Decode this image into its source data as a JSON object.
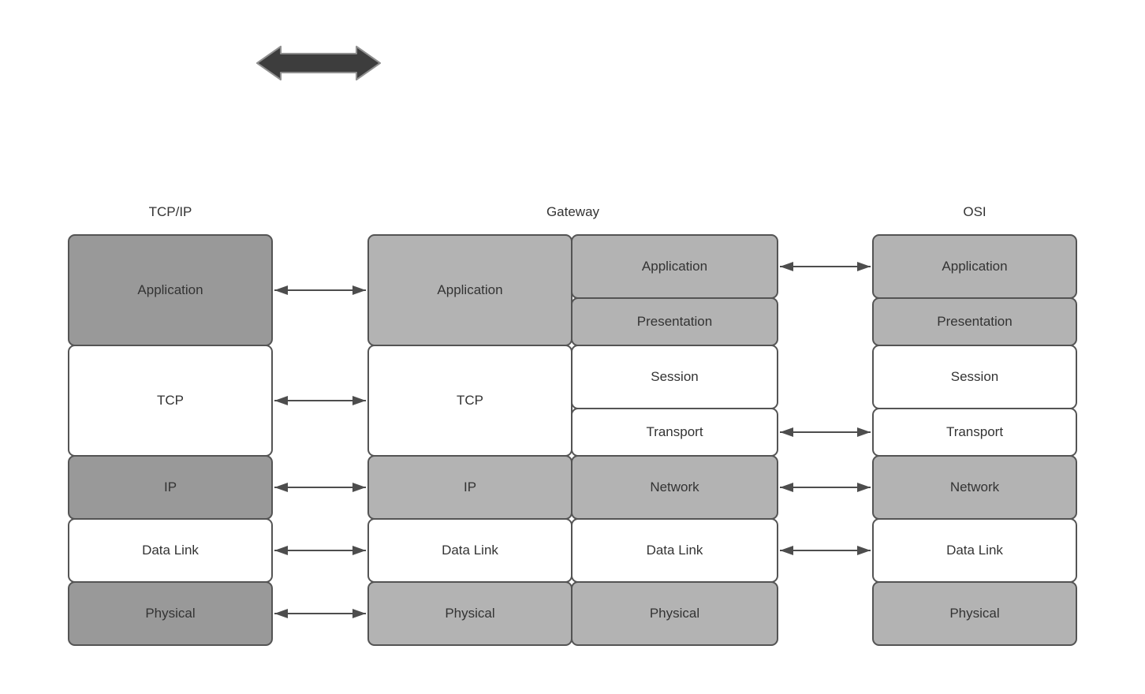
{
  "headers": {
    "tcpip": "TCP/IP",
    "gateway": "Gateway",
    "osi": "OSI"
  },
  "colors": {
    "dark_gray_fill": "#999999",
    "light_gray_fill": "#b3b3b3",
    "white_fill": "#ffffff",
    "border": "#545454",
    "text": "#333333",
    "arrow": "#4d4d4d"
  },
  "top_arrow": {
    "icon": "thick-double-arrow",
    "fill": "#3d3d3d",
    "stroke": "#8f8f8f"
  },
  "columns": {
    "tcpip": {
      "rows": [
        {
          "label": "Application",
          "fill": "#999999"
        },
        {
          "label": "TCP",
          "fill": "#ffffff"
        },
        {
          "label": "IP",
          "fill": "#999999"
        },
        {
          "label": "Data Link",
          "fill": "#ffffff"
        },
        {
          "label": "Physical",
          "fill": "#999999"
        }
      ]
    },
    "gateway_left": {
      "rows": [
        {
          "label": "Application",
          "fill": "#b3b3b3"
        },
        {
          "label": "TCP",
          "fill": "#ffffff"
        },
        {
          "label": "IP",
          "fill": "#b3b3b3"
        },
        {
          "label": "Data Link",
          "fill": "#ffffff"
        },
        {
          "label": "Physical",
          "fill": "#b3b3b3"
        }
      ]
    },
    "gateway_right": {
      "rows": [
        {
          "label": "Application",
          "fill": "#b3b3b3"
        },
        {
          "label": "Presentation",
          "fill": "#b3b3b3"
        },
        {
          "label": "Session",
          "fill": "#ffffff"
        },
        {
          "label": "Transport",
          "fill": "#ffffff"
        },
        {
          "label": "Network",
          "fill": "#b3b3b3"
        },
        {
          "label": "Data Link",
          "fill": "#ffffff"
        },
        {
          "label": "Physical",
          "fill": "#b3b3b3"
        }
      ]
    },
    "osi": {
      "rows": [
        {
          "label": "Application",
          "fill": "#b3b3b3"
        },
        {
          "label": "Presentation",
          "fill": "#b3b3b3"
        },
        {
          "label": "Session",
          "fill": "#ffffff"
        },
        {
          "label": "Transport",
          "fill": "#ffffff"
        },
        {
          "label": "Network",
          "fill": "#b3b3b3"
        },
        {
          "label": "Data Link",
          "fill": "#ffffff"
        },
        {
          "label": "Physical",
          "fill": "#b3b3b3"
        }
      ]
    }
  },
  "connections": {
    "tcpip_to_gateway": [
      "Application",
      "TCP",
      "IP",
      "Data Link",
      "Physical"
    ],
    "gateway_to_osi": [
      "Application",
      "Transport",
      "Network",
      "Data Link"
    ]
  }
}
